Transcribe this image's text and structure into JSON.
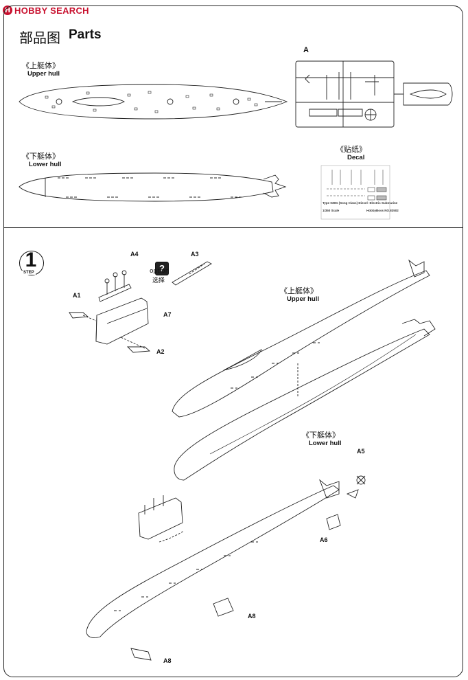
{
  "watermark": {
    "logo": "H",
    "text": "HOBBY SEARCH"
  },
  "parts": {
    "title_cn": "部品图",
    "title_en": "Parts",
    "upper_hull_cn": "《上艇体》",
    "upper_hull_en": "Upper hull",
    "lower_hull_cn": "《下艇体》",
    "lower_hull_en": "Lower hull",
    "sprue_label": "A",
    "decal_cn": "《贴纸》",
    "decal_en": "Decal",
    "decal_line1": "Type 039G (Song Class) Diesel- Electric Submarine",
    "decal_line2": "1/350 Scale",
    "decal_line3": "HobbyBoss NO.83502"
  },
  "step": {
    "number": "1",
    "word": "STEP",
    "option_icon": "?",
    "option_en": "option",
    "option_cn": "选择",
    "upper_hull_cn": "《上艇体》",
    "upper_hull_en": "Upper hull",
    "lower_hull_cn": "《下艇体》",
    "lower_hull_en": "Lower hull",
    "part_labels": {
      "a1": "A1",
      "a2": "A2",
      "a3": "A3",
      "a4": "A4",
      "a5": "A5",
      "a6": "A6",
      "a7": "A7",
      "a8a": "A8",
      "a8b": "A8"
    }
  }
}
